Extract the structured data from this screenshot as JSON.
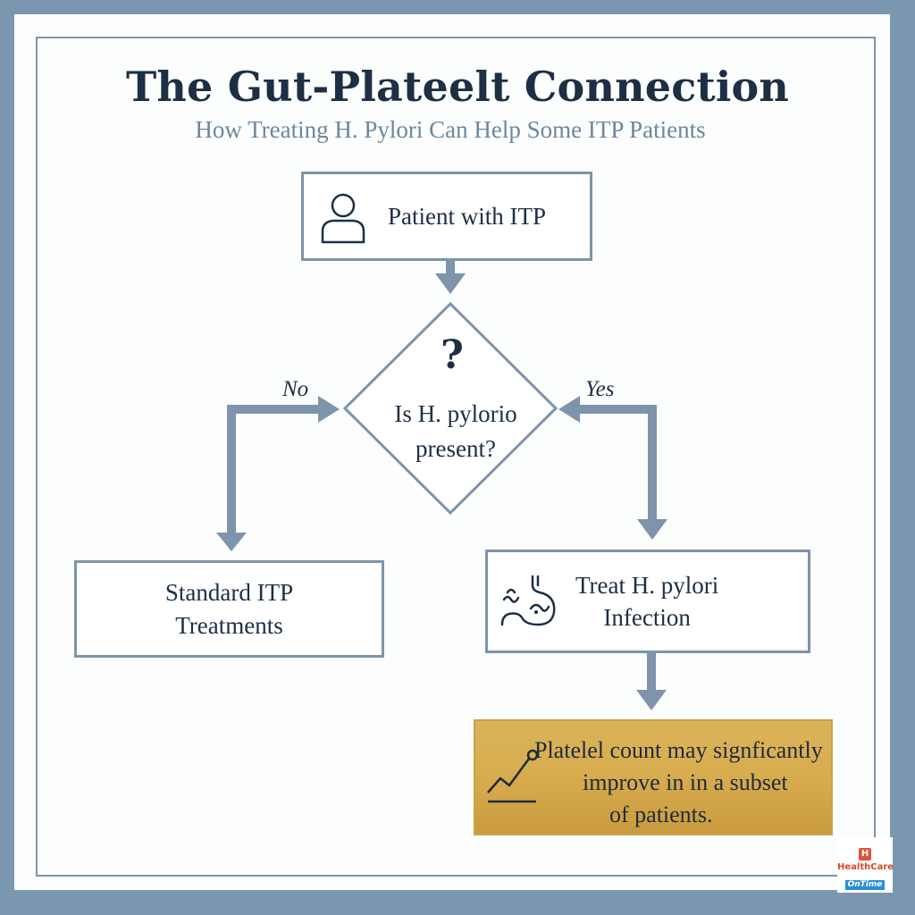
{
  "header": {
    "title": "The Gut-Plateelt Connection",
    "subtitle": "How Treating H. Pylori Can Help Some ITP Patients"
  },
  "nodes": {
    "start": {
      "label": "Patient with ITP",
      "icon": "person-icon"
    },
    "decision": {
      "symbol": "?",
      "line1": "Is H. pylorio",
      "line2": "present?"
    },
    "no_branch": {
      "line1": "Standard ITP",
      "line2": "Treatments"
    },
    "yes_branch": {
      "line1": "Treat H. pylori",
      "line2": "Infection",
      "icon": "stomach-bacteria-icon"
    },
    "result": {
      "line1": "Platelel count may signficantly",
      "line2": "improve in in a subset",
      "line3": "of patients.",
      "icon": "rising-trend-icon"
    }
  },
  "edges": {
    "no_label": "No",
    "yes_label": "Yes"
  },
  "logo": {
    "mark": "H",
    "line1": "HealthCare",
    "line2": "OnTime"
  },
  "colors": {
    "frame": "#7b97b0",
    "connector": "#7d94ab",
    "ink": "#1c2f45",
    "result_gold": "#d8ad50"
  }
}
